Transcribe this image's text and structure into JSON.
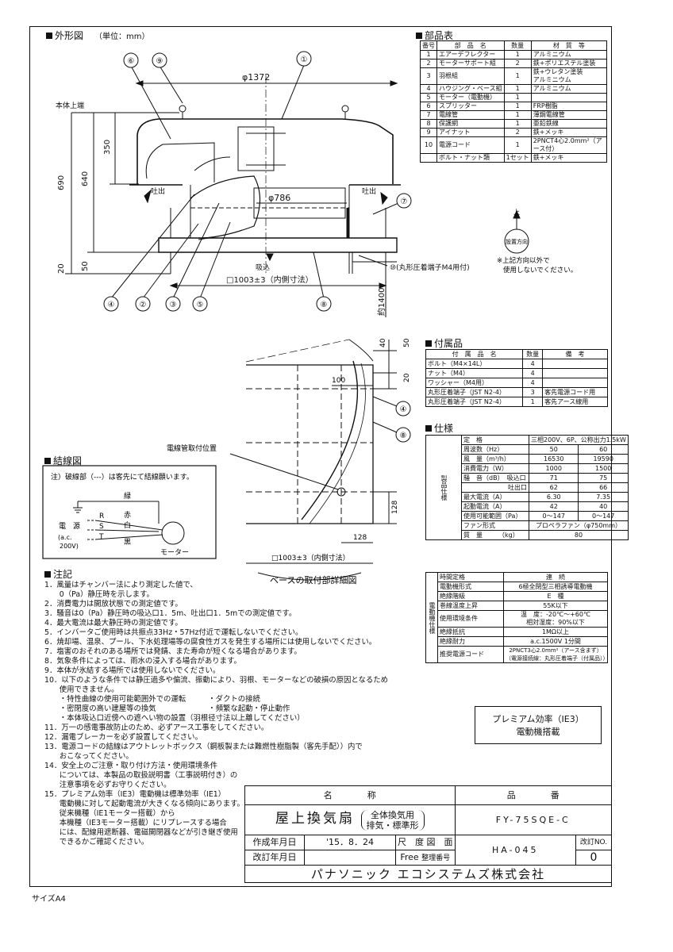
{
  "outline": {
    "title": "外形図",
    "unit": "（単位：mm）",
    "dims": {
      "d1372": "φ1372",
      "d786": "φ786",
      "h350": "350",
      "h640": "640",
      "h690": "690",
      "h20": "20",
      "h50": "50",
      "base": "□1003±3（内側寸法）",
      "h1400": "約1400"
    },
    "labels": {
      "hontai": "本体上端",
      "hai1": "吐出",
      "hai2": "吐出",
      "kyu": "吸込",
      "term": "⑩(丸形圧着端子M4用付)"
    },
    "callouts": [
      "①",
      "②",
      "③",
      "④",
      "⑤",
      "⑥",
      "⑦",
      "⑧",
      "⑨"
    ]
  },
  "direction": {
    "up": "上",
    "label": "設置方向",
    "note1": "※上記方向以外で",
    "note2": "使用しないでください。"
  },
  "parts": {
    "title": "部品表",
    "headers": [
      "番号",
      "部　品　名",
      "数量",
      "材　質　等"
    ],
    "rows": [
      [
        "1",
        "エアーデフレクター",
        "1",
        "アルミニウム"
      ],
      [
        "2",
        "モーターサポート組",
        "2",
        "鉄+ポリエステル塗装"
      ],
      [
        "3",
        "羽根組",
        "1",
        "鉄+ウレタン塗装\nアルミニウム"
      ],
      [
        "4",
        "ハウジング・ベース組",
        "1",
        "アルミニウム"
      ],
      [
        "5",
        "モーター（電動機）",
        "1",
        ""
      ],
      [
        "6",
        "スプリッター",
        "1",
        "FRP樹脂"
      ],
      [
        "7",
        "電線管",
        "1",
        "薄鋼電線管"
      ],
      [
        "8",
        "保護網",
        "1",
        "亜鉛鉄線"
      ],
      [
        "9",
        "アイナット",
        "2",
        "鉄+メッキ"
      ],
      [
        "10",
        "電源コード",
        "1",
        "2PNCT4心2.0mm²（アース付）"
      ],
      [
        "",
        "ボルト・ナット類",
        "1セット",
        "鉄+メッキ"
      ]
    ]
  },
  "accessories": {
    "title": "付属品",
    "headers": [
      "付　属　品　名",
      "数量",
      "備　考"
    ],
    "rows": [
      [
        "ボルト（M4×14L）",
        "4",
        ""
      ],
      [
        "ナット（M4）",
        "4",
        ""
      ],
      [
        "ワッシャー（M4用）",
        "4",
        ""
      ],
      [
        "丸形圧着端子（JST N2-4）",
        "3",
        "客先電源コード用"
      ],
      [
        "丸形圧着端子（JST N2-4）",
        "1",
        "客先アース線用"
      ]
    ]
  },
  "detail": {
    "title": "ベースの取付部詳細図",
    "label": "電線管取付位置",
    "dims": {
      "d40": "40",
      "d50": "50",
      "d20": "20",
      "d100": "100",
      "d128a": "128",
      "d128b": "128",
      "base": "□1003±3（内側寸法）"
    }
  },
  "wiring": {
    "title": "結線図",
    "note": "注）破線部（---）は客先にて結線願います。",
    "green": "緑",
    "red": "赤",
    "white": "白",
    "black": "黒",
    "r": "R",
    "s": "S",
    "t": "T",
    "source": "電　源",
    "ac": "(a.c.",
    "v": "200V)",
    "motor": "モーター"
  },
  "specs": {
    "title": "仕様",
    "group1": "製品仕様",
    "group2": "電動機仕様",
    "rows": [
      [
        "定　格",
        "三相200V、6P、公称出力1.5kW",
        ""
      ],
      [
        "周波数（Hz）",
        "50",
        "60"
      ],
      [
        "風　量（m³/h）",
        "16530",
        "19590"
      ],
      [
        "消費電力（W）",
        "1000",
        "1500"
      ],
      [
        "騒　音（dB）　吸込口",
        "71",
        "75"
      ],
      [
        "　　　　　　　吐出口",
        "62",
        "66"
      ],
      [
        "最大電流（A）",
        "6.30",
        "7.35"
      ],
      [
        "起動電流（A）",
        "42",
        "40"
      ],
      [
        "使用可能範囲（Pa）",
        "0〜147",
        "0〜147"
      ],
      [
        "ファン形式",
        "プロペラファン（φ750mm）",
        ""
      ],
      [
        "質　量　　　（kg）",
        "80",
        ""
      ]
    ],
    "motor_rows": [
      [
        "時間定格",
        "連　続"
      ],
      [
        "電動機形式",
        "6極全閉型三相誘導電動機"
      ],
      [
        "絶縁階級",
        "E　種"
      ],
      [
        "巻線温度上昇",
        "55K以下"
      ],
      [
        "使用環境条件",
        "温　度：-20℃〜+60℃\n相対湿度：90%以下"
      ],
      [
        "絶縁抵抗",
        "1MΩ以上"
      ],
      [
        "絶縁耐力",
        "a.c.1500V 1分間"
      ],
      [
        "推奨電源コード",
        "2PNCT3心2.0mm²（アース含まず）\n（電源接続線：丸形圧着端子（付属品））"
      ]
    ]
  },
  "premium": {
    "line1": "プレミアム効率（IE3）",
    "line2": "電動機搭載"
  },
  "notes": {
    "title": "注記",
    "lines": [
      "1．風量はチャンバー法により測定した値で、",
      "　　0（Pa）静圧時を示します。",
      "2．消費電力は開放状態での測定値です。",
      "3．騒音は0（Pa）静圧時の吸込口1．5m、吐出口1．5mでの測定値です。",
      "4．最大電流は最大静圧時の測定値です。",
      "5．インバータご使用時は共振点33Hz・57Hz付近で運転しないでください。",
      "6．焼却場、温泉、プール、下水処理場等の腐食性ガスを発生する場所には使用しないでください。",
      "7．塩害のおそれのある場所では発錆、また寿命が短くなる場合があります。",
      "8．気象条件によっては、雨水の浸入する場合があります。",
      "9．本体が氷結する場所では使用しないでください。",
      "10．以下のような条件では静圧過多や偏流、振動により、羽根、モーターなどの破損の原因となるため",
      "　　使用できません。",
      "　　・特性曲線の使用可能範囲外での運転　　　・ダクトの接続",
      "　　・密閉度の高い建屋等の換気　　　　　　　・頻繁な起動・停止動作",
      "　　・本体吸込口近傍への遮へい物の設置（羽根径寸法以上離してください）",
      "11．万一の感電事故防止のため、必ずアース工事をしてください。",
      "12．漏電ブレーカーを必ず設置してください。",
      "13．電源コードの結線はアウトレットボックス（鋼板製または難燃性樹脂製（客先手配））内で",
      "　　おこなってください。",
      "14．安全上のご注意・取り付け方法・使用環境条件",
      "　　については、本製品の取扱説明書（工事説明付き）の",
      "　　注意事項を必ずお守りください。",
      "15．プレミアム効率（IE3）電動機は標準効率（IE1）",
      "　　電動機に対して起動電流が大きくなる傾向にあります。",
      "　　従来機種（IE1モーター搭載）から",
      "　　本機種（IE3モーター搭載）にリプレースする場合",
      "　　には、配線用遮断器、電磁開閉器などが引き継ぎ使用",
      "　　できるかご確認ください。"
    ]
  },
  "titleblock": {
    "name_h": "名　　　　称",
    "code_h": "品　　　　番",
    "name": "屋上換気扇",
    "name_sub1": "全体換気用",
    "name_sub2": "排気・標準形",
    "code": "FY-75SQE-C",
    "created_h": "作成年月日",
    "created": "'15．8．24",
    "scale_h": "尺　度",
    "scale": "Free",
    "drawing_h": "図　面",
    "drawing_h2": "整理番号",
    "drawing": "HA-045",
    "rev_h": "改訂NO.",
    "rev": "0",
    "revised_h": "改訂年月日",
    "company": "パナソニック エコシステムズ株式会社"
  },
  "size": "サイズA4"
}
